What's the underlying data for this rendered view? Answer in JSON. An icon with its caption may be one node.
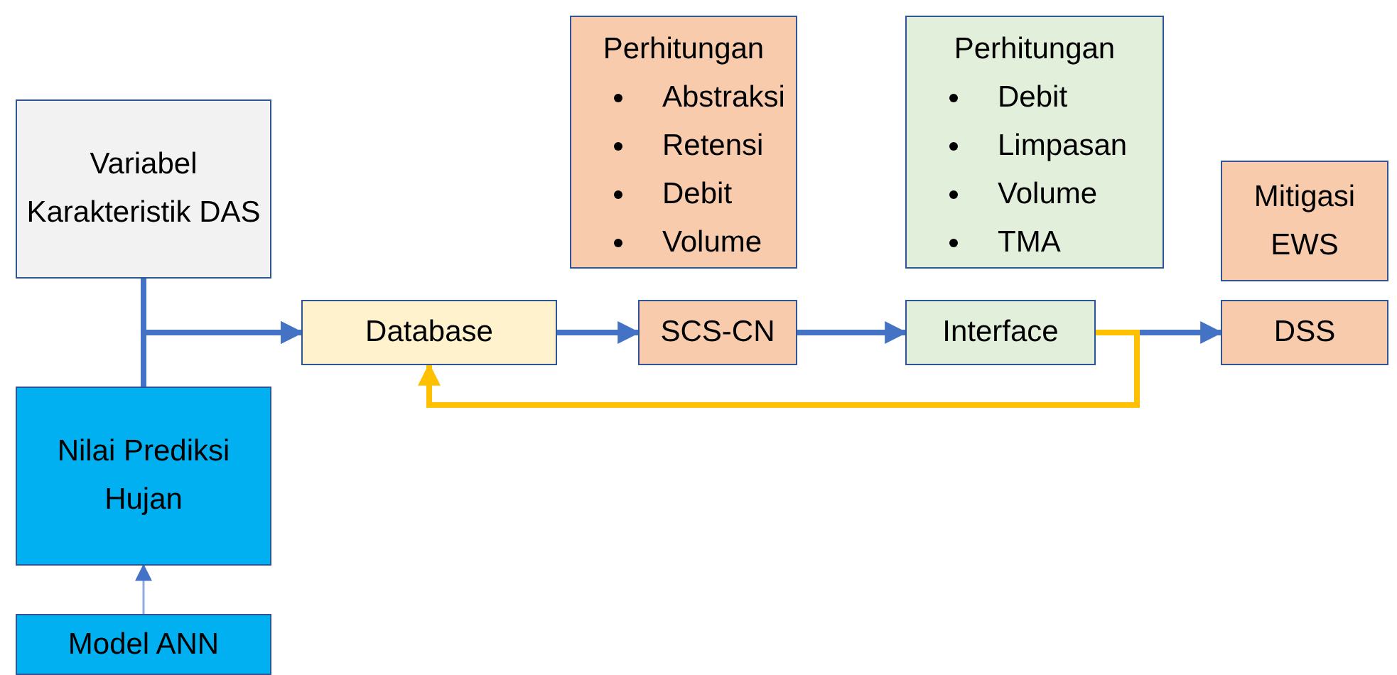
{
  "diagram": {
    "nodes": [
      {
        "text": [
          "Variabel Karakteristik DAS"
        ]
      },
      {
        "text": [
          "Nilai Prediksi Hujan"
        ]
      },
      {
        "text": [
          "Model ANN"
        ]
      },
      {
        "text": [
          "Database"
        ]
      },
      {
        "text": [
          "SCS-CN"
        ]
      },
      {
        "text": [
          "Interface"
        ]
      },
      {
        "text": [
          "DSS"
        ]
      },
      {
        "text": [
          "Perhitungan",
          "Abstraksi",
          "Retensi",
          "Debit",
          "Volume"
        ]
      },
      {
        "text": [
          "Perhitungan",
          "Debit",
          "Limpasan",
          "Volume",
          "TMA"
        ]
      },
      {
        "text": [
          "Mitigasi EWS"
        ]
      }
    ],
    "edges": [
      {
        "from": 0,
        "to": 3,
        "arrow": "to"
      },
      {
        "from": 1,
        "to": 3,
        "arrow": "to"
      },
      {
        "from": 2,
        "to": 1,
        "arrow": "to",
        "color": "#8faadc"
      },
      {
        "from": 3,
        "to": 4,
        "arrow": "to"
      },
      {
        "from": 4,
        "to": 5,
        "arrow": "to"
      },
      {
        "from": 5,
        "to": 6,
        "arrow": "to"
      },
      {
        "from": 5,
        "to": 3,
        "arrow": "to",
        "color": "#ffc000"
      }
    ]
  }
}
